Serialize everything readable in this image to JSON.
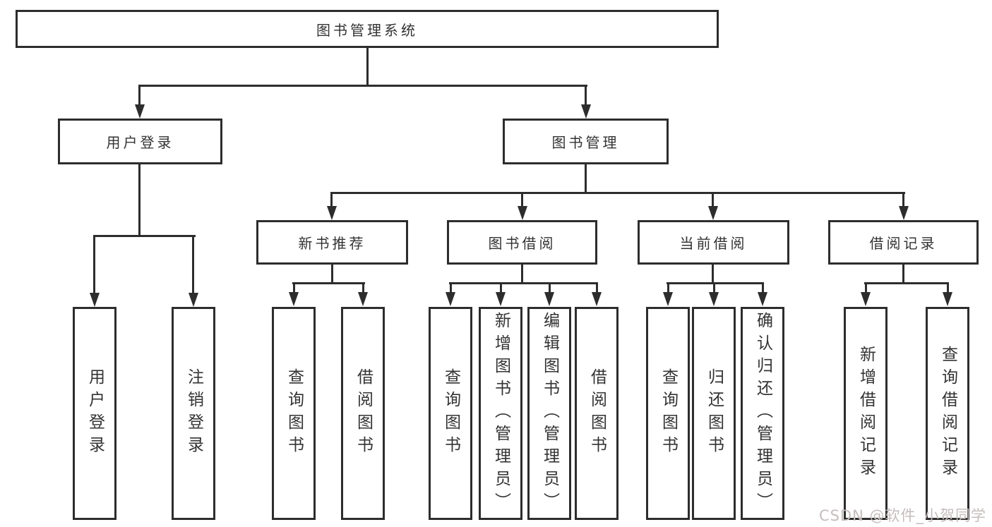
{
  "diagram": {
    "title": "图书管理系统",
    "level2": {
      "user_login": "用户登录",
      "book_management": "图书管理"
    },
    "level3": {
      "new_book_recommend": "新书推荐",
      "book_borrowing": "图书借阅",
      "current_borrowing": "当前借阅",
      "borrowing_records": "借阅记录"
    },
    "leaves": {
      "user_login": [
        "用户登录",
        "注销登录"
      ],
      "new_book_recommend": [
        "查询图书",
        "借阅图书"
      ],
      "book_borrowing": [
        "查询图书",
        "新增图书（管理员）",
        "编辑图书（管理员）",
        "借阅图书"
      ],
      "current_borrowing": [
        "查询图书",
        "归还图书",
        "确认归还（管理员）"
      ],
      "borrowing_records": [
        "新增借阅记录",
        "查询借阅记录"
      ]
    },
    "watermark": "CSDN @软件_小贺同学",
    "colors": {
      "line": "#2d2d2d",
      "text": "#333333",
      "background": "#ffffff",
      "watermark": "#c6bdbd"
    }
  }
}
